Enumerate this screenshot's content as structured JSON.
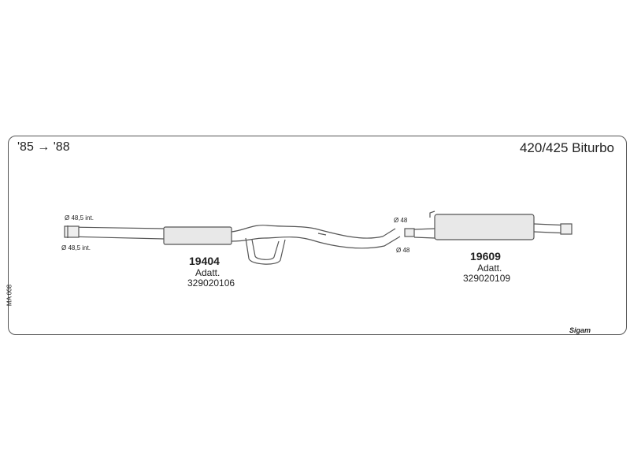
{
  "header": {
    "years": "'85 → '88",
    "model": "420/425 Biturbo"
  },
  "side_code": "MA 008",
  "brand": "Sigam",
  "dims": {
    "front_top": "Ø 48,5 int.",
    "front_bottom": "Ø 48,5 int.",
    "joint_top": "Ø 48",
    "joint_bottom": "Ø 48"
  },
  "parts": [
    {
      "number": "19404",
      "label": "Adatt.",
      "code": "329020106"
    },
    {
      "number": "19609",
      "label": "Adatt.",
      "code": "329020109"
    }
  ]
}
